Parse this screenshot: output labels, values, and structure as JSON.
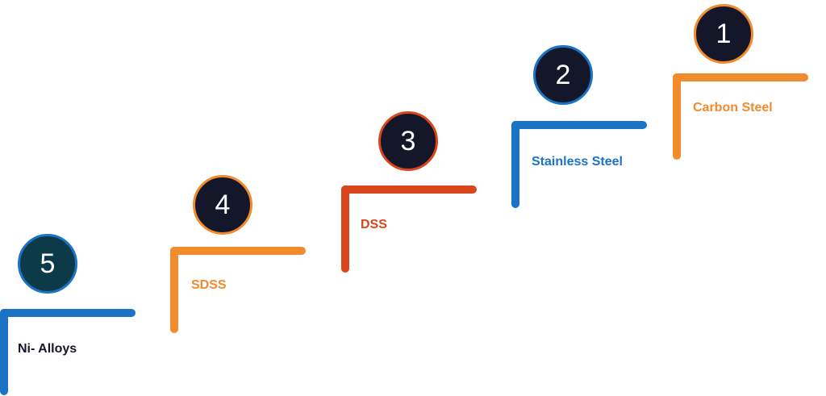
{
  "steps": [
    {
      "number": "1",
      "label": "Carbon Steel",
      "circle_fill": "#14172a",
      "circle_border": "#f28a2e",
      "line_color": "#f28a2e",
      "label_color": "#f28a2e"
    },
    {
      "number": "2",
      "label": "Stainless Steel",
      "circle_fill": "#14172a",
      "circle_border": "#1a73c4",
      "line_color": "#1a73c4",
      "label_color": "#1a73c4"
    },
    {
      "number": "3",
      "label": "DSS",
      "circle_fill": "#14172a",
      "circle_border": "#d9461c",
      "line_color": "#d9461c",
      "label_color": "#d9461c"
    },
    {
      "number": "4",
      "label": "SDSS",
      "circle_fill": "#14172a",
      "circle_border": "#f28a2e",
      "line_color": "#f28a2e",
      "label_color": "#f28a2e"
    },
    {
      "number": "5",
      "label": "Ni- Alloys",
      "circle_fill": "#0d3a48",
      "circle_border": "#1a73c4",
      "line_color": "#1a73c4",
      "label_color": "#14172a"
    }
  ]
}
